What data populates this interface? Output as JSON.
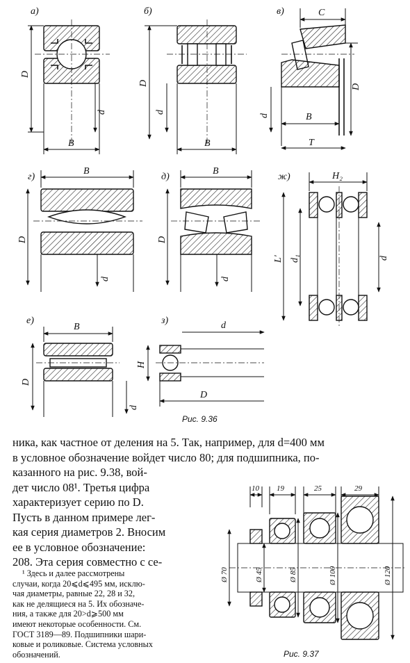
{
  "figure_936": {
    "caption": "Рис. 9.36",
    "panels": {
      "a": {
        "letter": "а)",
        "labels": [
          "D",
          "d",
          "B"
        ]
      },
      "b": {
        "letter": "б)",
        "labels": [
          "D",
          "d",
          "B"
        ]
      },
      "v": {
        "letter": "в)",
        "labels": [
          "C",
          "D",
          "d",
          "B",
          "T"
        ]
      },
      "g": {
        "letter": "г)",
        "labels": [
          "B",
          "D",
          "d"
        ]
      },
      "d": {
        "letter": "д)",
        "labels": [
          "B",
          "D",
          "d"
        ]
      },
      "zh": {
        "letter": "ж)",
        "labels": [
          "H₂",
          "L'",
          "d₁",
          "d"
        ]
      },
      "e": {
        "letter": "е)",
        "labels": [
          "B",
          "D",
          "d"
        ]
      },
      "z": {
        "letter": "з)",
        "labels": [
          "d",
          "H",
          "D"
        ]
      }
    }
  },
  "figure_937": {
    "caption": "Рис. 9.37",
    "widths": [
      "10",
      "19",
      "25",
      "29"
    ],
    "diameters": [
      "Ø 70",
      "Ø 45",
      "Ø 85",
      "Ø 100",
      "Ø 120"
    ]
  },
  "text": {
    "full_lines": [
      "ника, как частное от деления на 5. Так, например, для d=400 мм",
      "в условное обозначение войдет число 80; для подшипника, по-"
    ],
    "narrow_lines": [
      "казанного на рис. 9.38, вой-",
      "дет число 08¹. Третья цифра",
      "характеризует серию по D.",
      "Пусть в данном примере лег-",
      "кая серия диаметров 2. Вносим",
      "ее в условное обозначение:",
      "208. Эта серия совместно с се-"
    ],
    "footnote_lines": [
      "¹ Здесь и далее рассмотрены",
      "случаи, когда 20⩽d⩽495 мм, исклю-",
      "чая диаметры, равные 22, 28 и 32,",
      "как не делящиеся на 5. Их обозначе-",
      "ния, а также для 20>d⩾500 мм",
      "имеют некоторые особенности. См.",
      "ГОСТ 3189—89. Подшипники шари-",
      "ковые и роликовые. Система условных",
      "обозначений."
    ]
  }
}
